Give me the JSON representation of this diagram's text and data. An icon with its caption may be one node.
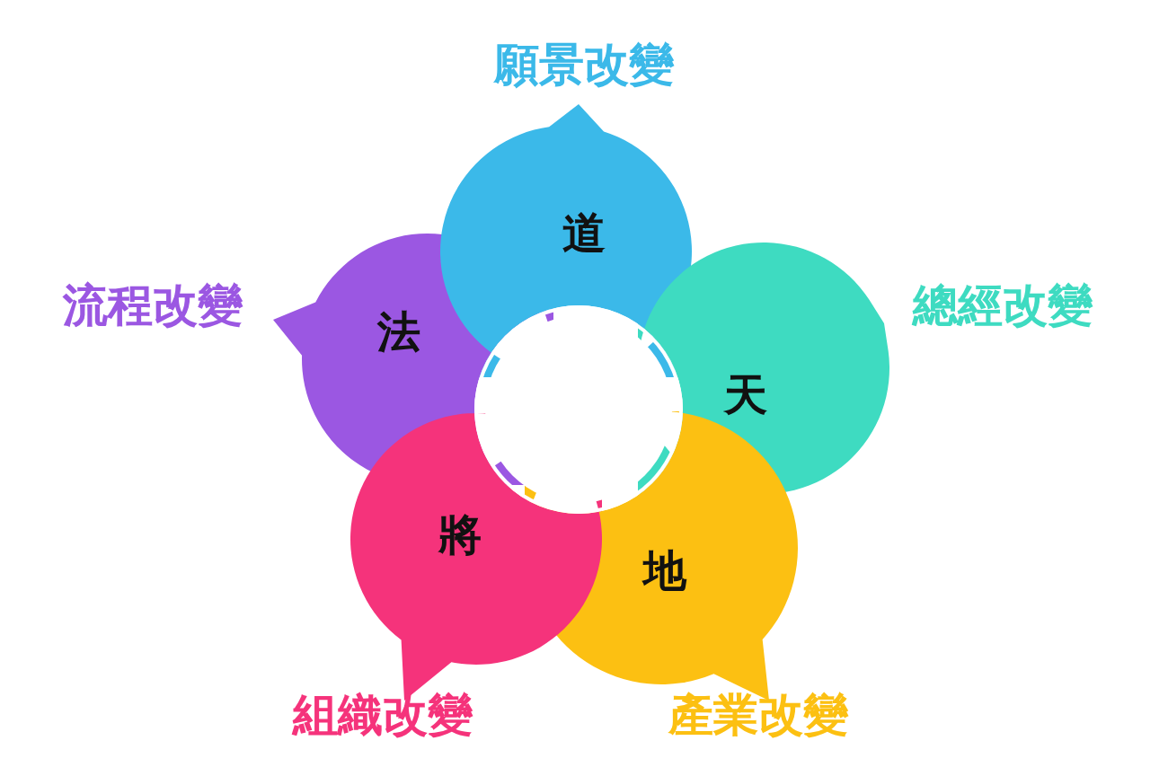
{
  "diagram": {
    "nodes": [
      {
        "text": [
          "道"
        ],
        "beside": [
          "願景改變"
        ]
      },
      {
        "text": [
          "天"
        ],
        "beside": [
          "總經改變"
        ]
      },
      {
        "text": [
          "地"
        ],
        "beside": [
          "產業改變"
        ]
      },
      {
        "text": [
          "將"
        ],
        "beside": [
          "組織改變"
        ]
      },
      {
        "text": [
          "法"
        ],
        "beside": [
          "流程改變"
        ]
      },
      {
        "text": [],
        "shape": "circle"
      }
    ]
  }
}
